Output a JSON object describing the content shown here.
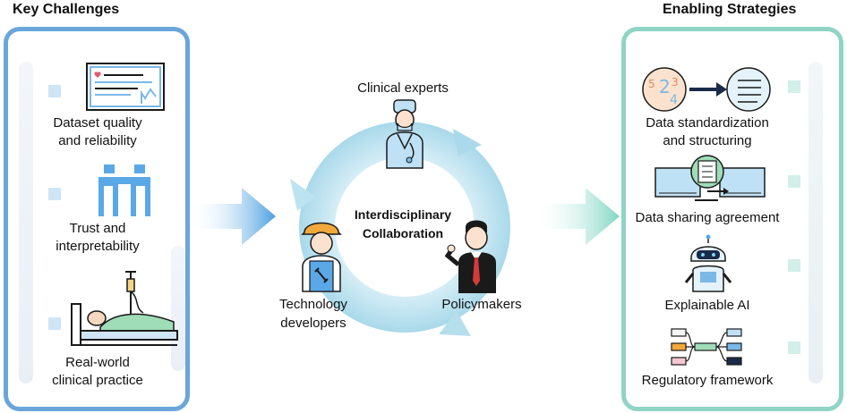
{
  "left_panel": {
    "title": "Key Challenges",
    "items": [
      {
        "line1": "Dataset quality",
        "line2": "and reliability",
        "icon": "dataset-chart-icon"
      },
      {
        "line1": "Trust and",
        "line2": "interpretability",
        "icon": "trust-people-icon"
      },
      {
        "line1": "Real-world",
        "line2": "clinical practice",
        "icon": "hospital-bed-icon"
      }
    ]
  },
  "right_panel": {
    "title": "Enabling Strategies",
    "items": [
      {
        "line1": "Data standardization",
        "line2": "and structuring",
        "icon": "data-standardization-icon"
      },
      {
        "line1": "Data sharing agreement",
        "line2": "",
        "icon": "data-sharing-icon"
      },
      {
        "line1": "Explainable AI",
        "line2": "",
        "icon": "robot-icon"
      },
      {
        "line1": "Regulatory framework",
        "line2": "",
        "icon": "network-diagram-icon"
      }
    ]
  },
  "center": {
    "core_line1": "Interdisciplinary",
    "core_line2": "Collaboration",
    "actors": [
      {
        "line1": "Clinical experts",
        "line2": "",
        "icon": "doctor-icon"
      },
      {
        "line1": "Technology",
        "line2": "developers",
        "icon": "engineer-icon"
      },
      {
        "line1": "Policymakers",
        "line2": "",
        "icon": "policymaker-icon"
      }
    ]
  },
  "colors": {
    "left_border": "#6aa6da",
    "right_border": "#8fd4c4",
    "cycle": "#bfe3ef",
    "arrow_in": "#4a9fe0",
    "arrow_out": "#7fd6c2"
  }
}
